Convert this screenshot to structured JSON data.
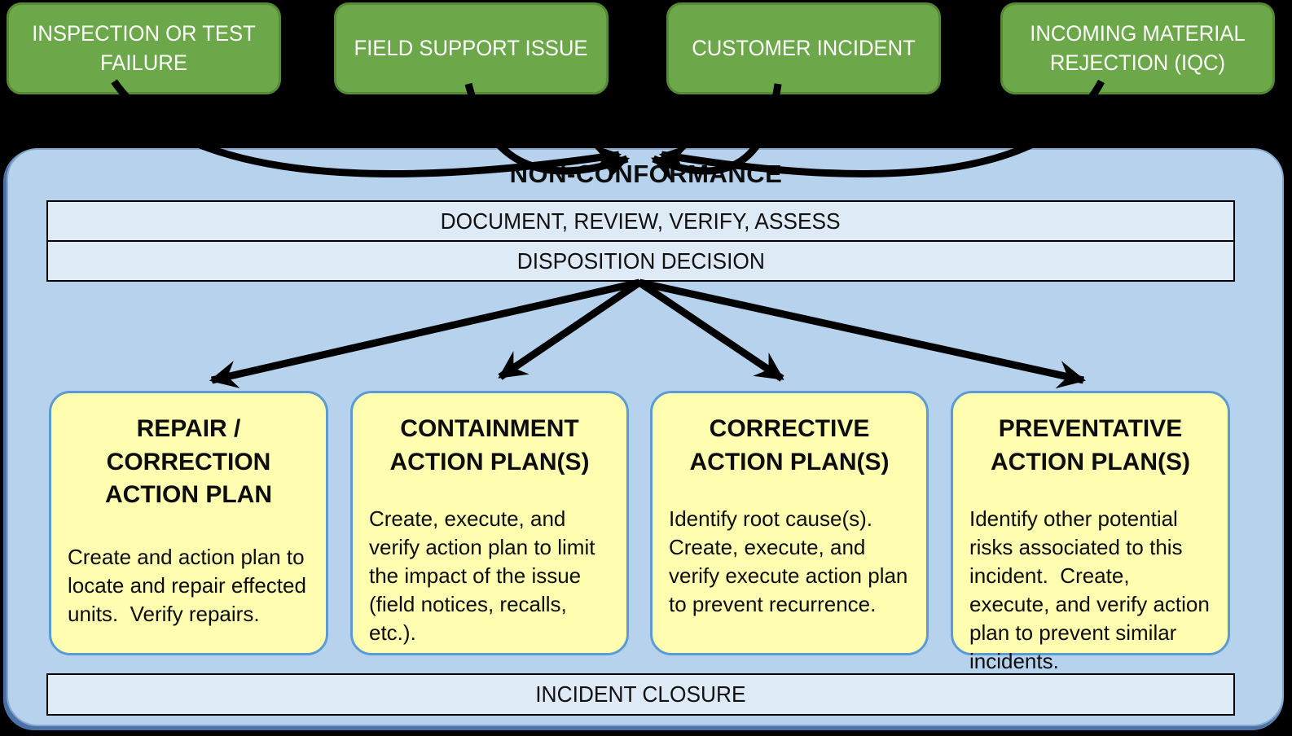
{
  "diagram": {
    "sources": [
      {
        "label": "INSPECTION OR TEST FAILURE"
      },
      {
        "label": "FIELD SUPPORT ISSUE"
      },
      {
        "label": "CUSTOMER INCIDENT"
      },
      {
        "label": "INCOMING MATERIAL REJECTION (IQC)"
      }
    ],
    "container": {
      "title": "NON-CONFORMANCE",
      "steps": [
        "DOCUMENT, REVIEW, VERIFY, ASSESS",
        "DISPOSITION DECISION"
      ],
      "closure": "INCIDENT CLOSURE"
    },
    "plans": [
      {
        "title": "REPAIR / CORRECTION ACTION PLAN",
        "body": "Create and action plan to locate and repair effected units.  Verify repairs."
      },
      {
        "title": "CONTAINMENT ACTION PLAN(S)",
        "body": "Create, execute, and verify action plan to limit the impact of the issue (field notices, recalls, etc.)."
      },
      {
        "title": "CORRECTIVE ACTION PLAN(S)",
        "body": "Identify root cause(s). Create, execute, and verify execute action plan to prevent recurrence."
      },
      {
        "title": "PREVENTATIVE ACTION PLAN(S)",
        "body": "Identify other potential risks associated to this incident.  Create, execute, and verify action plan to prevent similar incidents."
      }
    ],
    "colors": {
      "background": "#000000",
      "source_fill": "#6CA84A",
      "source_border": "#568A35",
      "container_fill": "#B7D2EC",
      "step_bar_fill": "#DEEAF6",
      "plan_fill": "#FFFDB0",
      "plan_border": "#5B9BD5",
      "arrow": "#000000"
    }
  }
}
